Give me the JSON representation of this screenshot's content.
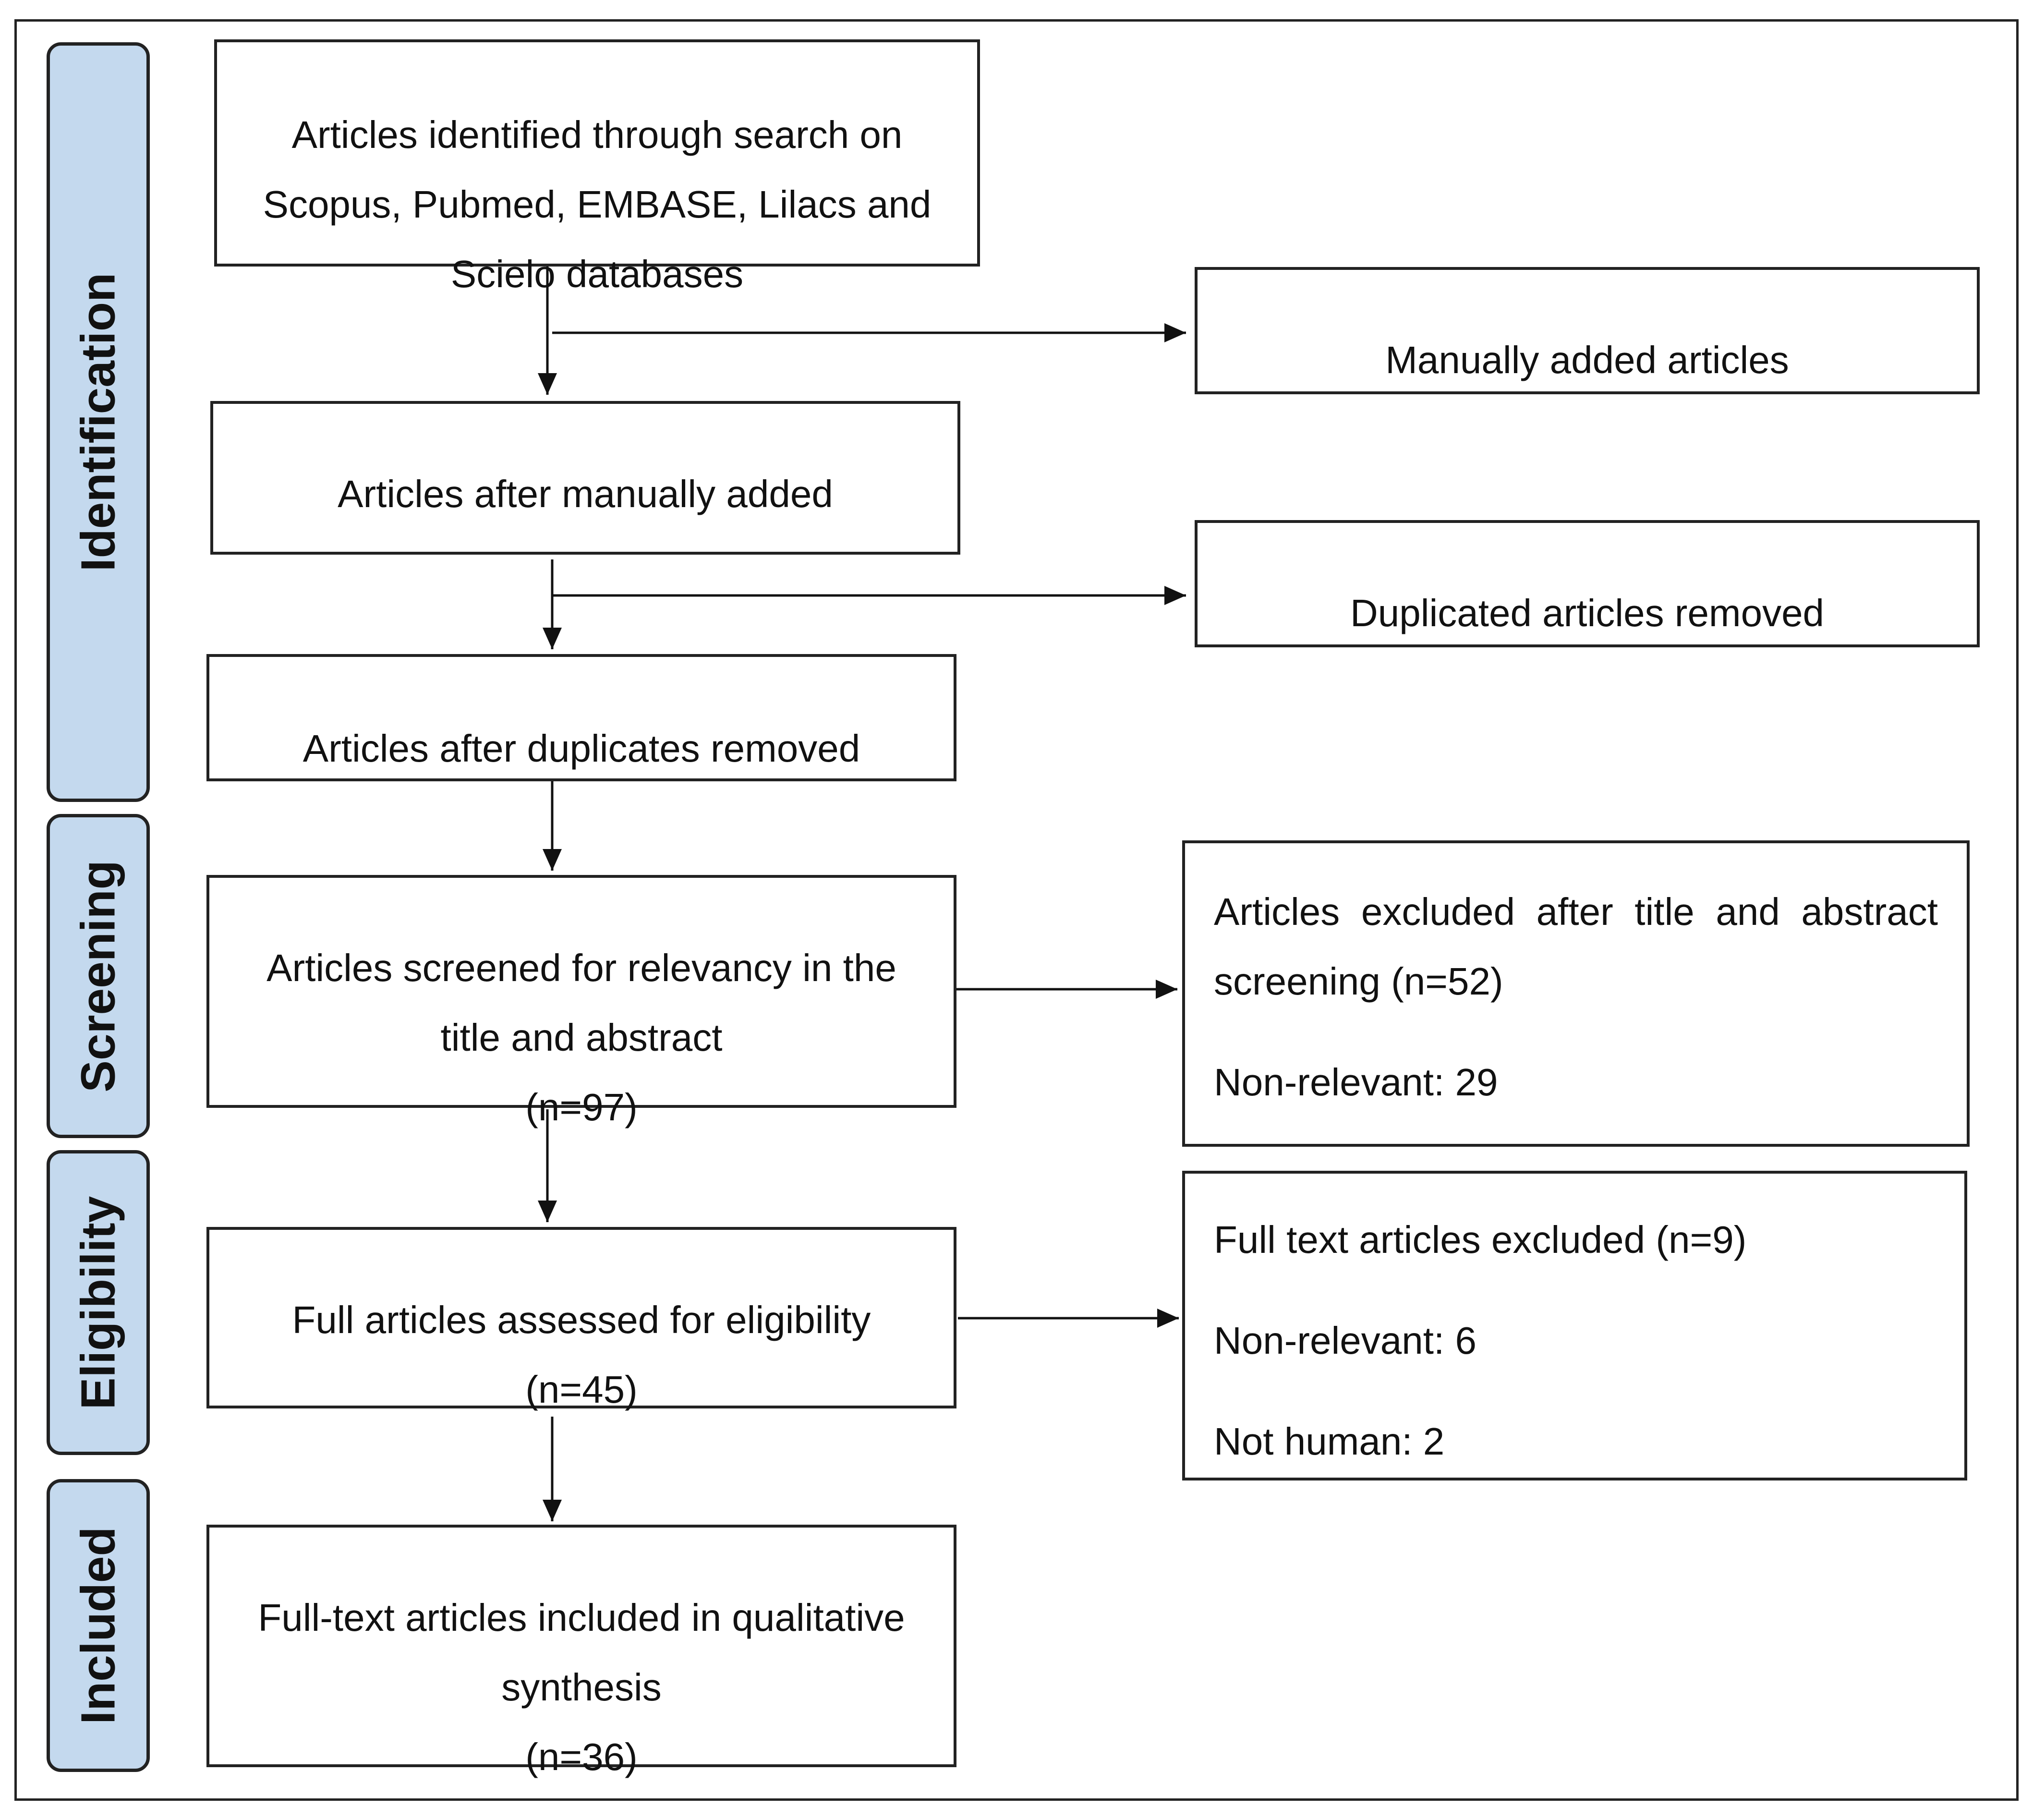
{
  "phases": {
    "identification": "Identification",
    "screening": "Screening",
    "eligibility": "Eligibility",
    "included": "Included"
  },
  "boxes": {
    "identified": {
      "lines": [
        "Articles identified through search on",
        "Scopus, Pubmed, EMBASE, Lilacs and",
        "Scielo databases"
      ]
    },
    "manually_added": {
      "lines": [
        "Manually added articles"
      ]
    },
    "after_manual": {
      "lines": [
        "Articles after manually added"
      ]
    },
    "duplicated_removed": {
      "lines": [
        "Duplicated articles removed"
      ]
    },
    "after_duplicates": {
      "lines": [
        "Articles after duplicates removed"
      ]
    },
    "screened": {
      "lines": [
        "Articles screened for relevancy in the",
        "title and abstract",
        "(n=97)"
      ]
    },
    "excluded_title_abstract": {
      "lines": [
        "Articles excluded after title and abstract",
        "screening (n=52)",
        "Non-relevant: 29"
      ]
    },
    "assessed": {
      "lines": [
        "Full articles assessed for eligibility",
        "(n=45)"
      ]
    },
    "fulltext_excluded": {
      "lines": [
        "Full text articles excluded (n=9)",
        "Non-relevant: 6",
        "Not human: 2"
      ]
    },
    "included": {
      "lines": [
        "Full-text articles included in qualitative",
        "synthesis",
        "(n=36)"
      ]
    }
  }
}
